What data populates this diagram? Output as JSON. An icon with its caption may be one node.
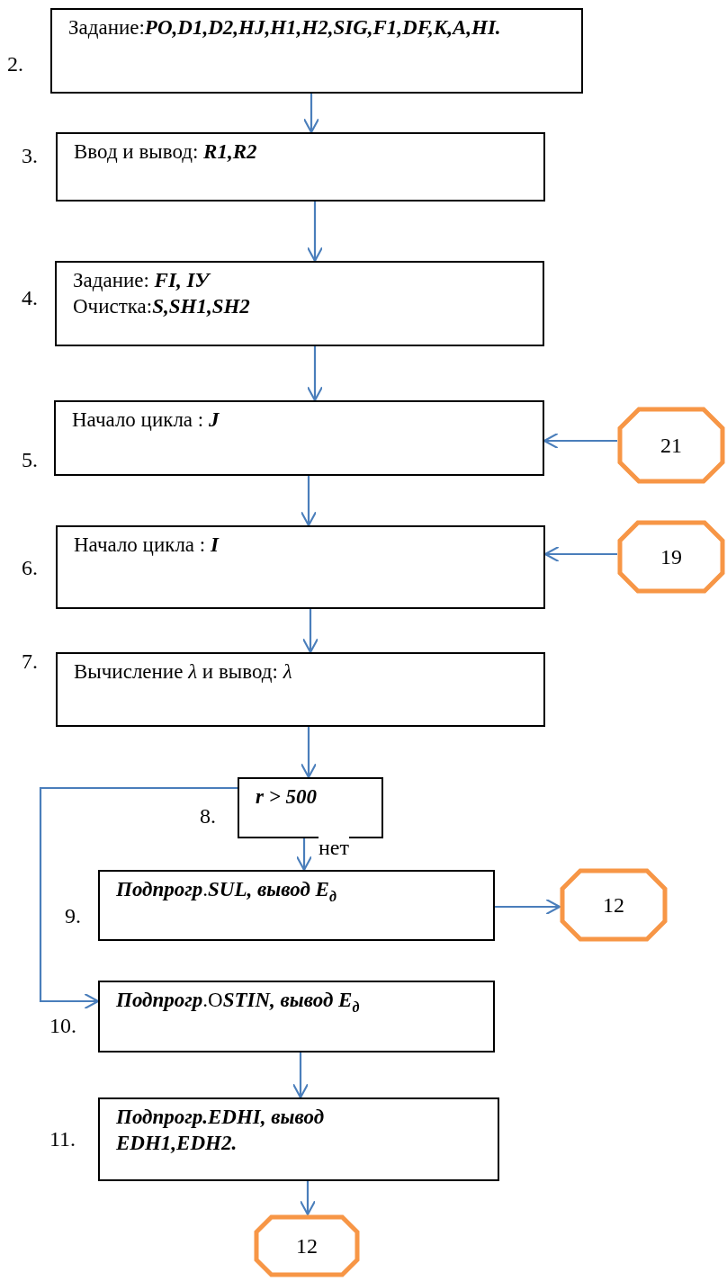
{
  "diagram": {
    "nodes": [
      {
        "text": [
          "Задание:**PO,D1,D2,HJ,H1,H2,SIG,F1,DF,K,A,HI.**"
        ],
        "beside": [
          "2."
        ]
      },
      {
        "text": [
          "Ввод и вывод: **R1,R2**"
        ],
        "beside": [
          "3."
        ]
      },
      {
        "text": [
          "Задание: **FI, IУ**",
          "Очистка:**S,SH1,SH2**"
        ],
        "beside": [
          "4."
        ]
      },
      {
        "text": [
          "Начало цикла : **J**"
        ],
        "beside": [
          "5."
        ]
      },
      {
        "text": [
          "21"
        ]
      },
      {
        "text": [
          "Начало цикла : **I**"
        ],
        "beside": [
          "6."
        ]
      },
      {
        "text": [
          "19"
        ]
      },
      {
        "text": [
          "Вычисление *λ* и вывод: *λ*"
        ],
        "beside": [
          "7."
        ]
      },
      {
        "text": [
          "r > 500"
        ],
        "beside": [
          "8."
        ]
      },
      {
        "text": [
          "**Подпрогр**.**SUL, вывод E**$_{д}$"
        ],
        "beside": [
          "9."
        ]
      },
      {
        "text": [
          "12"
        ]
      },
      {
        "text": [
          "**Подпрогр**.O**STIN, вывод E**$_{д}$"
        ],
        "beside": [
          "10."
        ]
      },
      {
        "text": [
          "**Подпрогр**.**EDHI, вывод EDH1,EDH2.**"
        ],
        "beside": [
          "11."
        ]
      },
      {
        "text": [
          "12"
        ]
      }
    ],
    "edges": [
      {
        "from": 0,
        "to": 1,
        "arrow": "to"
      },
      {
        "from": 1,
        "to": 2,
        "arrow": "to"
      },
      {
        "from": 2,
        "to": 3,
        "arrow": "to"
      },
      {
        "from": 4,
        "to": 3,
        "arrow": "to"
      },
      {
        "from": 3,
        "to": 5,
        "arrow": "to"
      },
      {
        "from": 6,
        "to": 5,
        "arrow": "to"
      },
      {
        "from": 5,
        "to": 7,
        "arrow": "to"
      },
      {
        "from": 7,
        "to": 8,
        "arrow": "to"
      },
      {
        "from": 8,
        "to": 9,
        "arrow": "to",
        "label": "нет"
      },
      {
        "from": 8,
        "to": 11,
        "arrow": "to"
      },
      {
        "from": 9,
        "to": 10,
        "arrow": "to"
      },
      {
        "from": 11,
        "to": 12,
        "arrow": "to"
      },
      {
        "from": 12,
        "to": 13,
        "arrow": "to"
      }
    ]
  }
}
